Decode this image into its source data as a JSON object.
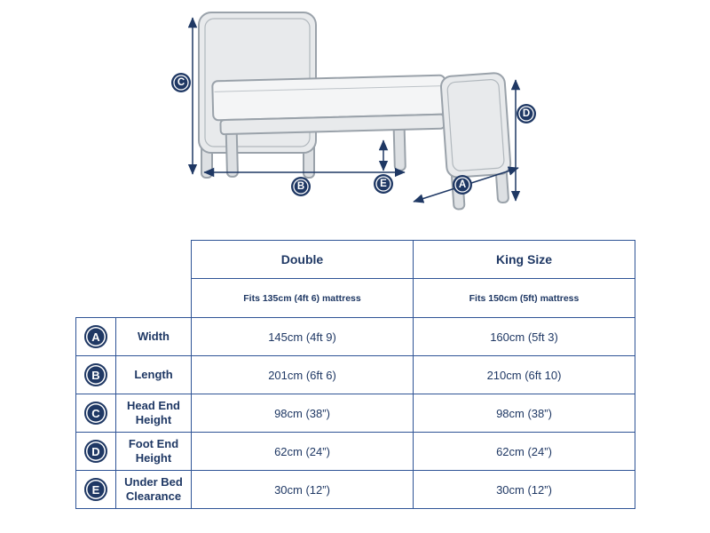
{
  "colors": {
    "navy": "#1f3864",
    "table_border": "#2f5496",
    "bed_fill": "#e8eaec",
    "bed_stroke": "#9aa2aa"
  },
  "diagram": {
    "badges": {
      "a": "A",
      "b": "B",
      "c": "C",
      "d": "D",
      "e": "E"
    }
  },
  "table": {
    "columns": [
      {
        "title": "Double",
        "subtitle": "Fits 135cm (4ft 6) mattress"
      },
      {
        "title": "King Size",
        "subtitle": "Fits 150cm (5ft) mattress"
      }
    ],
    "rows": [
      {
        "badge": "A",
        "label": "Width",
        "double": "145cm (4ft 9)",
        "king": "160cm (5ft 3)"
      },
      {
        "badge": "B",
        "label": "Length",
        "double": "201cm (6ft 6)",
        "king": "210cm (6ft 10)"
      },
      {
        "badge": "C",
        "label": "Head End Height",
        "double": "98cm (38”)",
        "king": "98cm (38”)"
      },
      {
        "badge": "D",
        "label": "Foot End Height",
        "double": "62cm (24”)",
        "king": "62cm (24”)"
      },
      {
        "badge": "E",
        "label": "Under Bed Clearance",
        "double": "30cm (12”)",
        "king": "30cm (12”)"
      }
    ]
  }
}
